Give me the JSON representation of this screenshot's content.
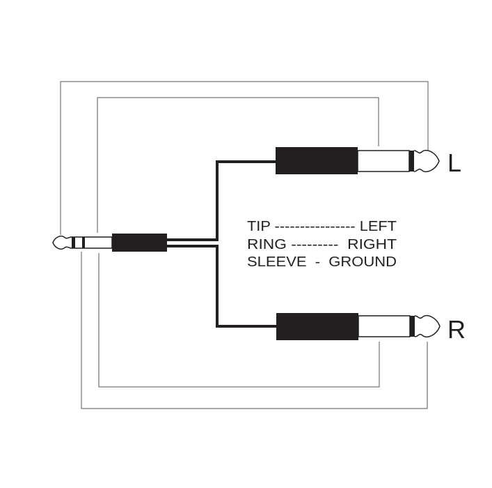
{
  "diagram": {
    "legend": [
      {
        "text": "TIP ---------------- LEFT"
      },
      {
        "text": "RING ---------  RIGHT"
      },
      {
        "text": "SLEEVE  -  GROUND"
      }
    ],
    "outputs": {
      "left_label": "L",
      "right_label": "R"
    },
    "colors": {
      "ink": "#231f20",
      "wire": "#555555"
    }
  }
}
